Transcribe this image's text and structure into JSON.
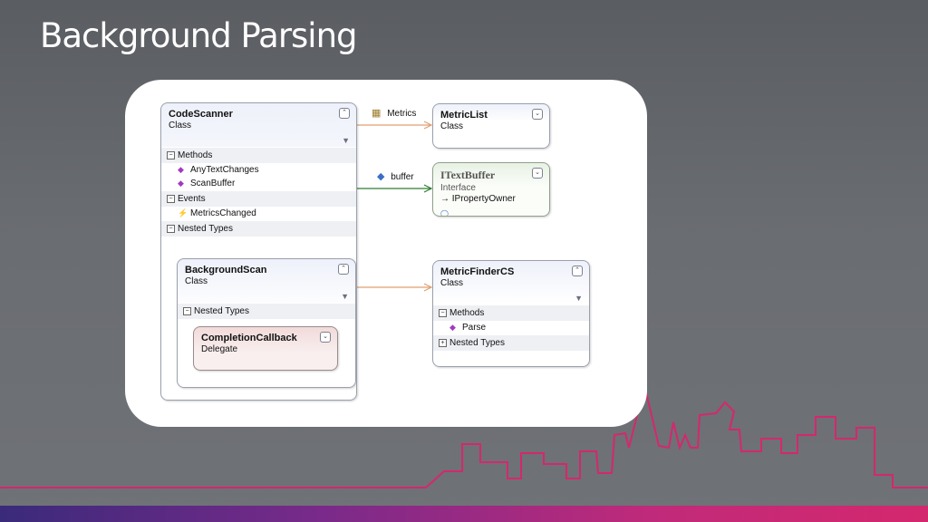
{
  "slide": {
    "title": "Background Parsing"
  },
  "colors": {
    "accent": "#d4286e",
    "association_line": "#e0a070",
    "inheritance_line": "#2e7d32"
  },
  "diagram": {
    "code_scanner": {
      "name": "CodeScanner",
      "kind": "Class",
      "sections": {
        "methods": "Methods",
        "events": "Events",
        "nested_types": "Nested Types"
      },
      "methods": [
        "AnyTextChanges",
        "ScanBuffer"
      ],
      "events": [
        "MetricsChanged"
      ]
    },
    "background_scan": {
      "name": "BackgroundScan",
      "kind": "Class",
      "nested_types": "Nested Types"
    },
    "completion_callback": {
      "name": "CompletionCallback",
      "kind": "Delegate"
    },
    "metric_list": {
      "name": "MetricList",
      "kind": "Class"
    },
    "itext_buffer": {
      "name": "ITextBuffer",
      "kind": "Interface",
      "base": "IPropertyOwner"
    },
    "metric_finder": {
      "name": "MetricFinderCS",
      "kind": "Class",
      "methods_label": "Methods",
      "methods": [
        "Parse"
      ],
      "nested_types": "Nested Types"
    },
    "associations": {
      "metrics": "Metrics",
      "buffer": "buffer"
    }
  }
}
